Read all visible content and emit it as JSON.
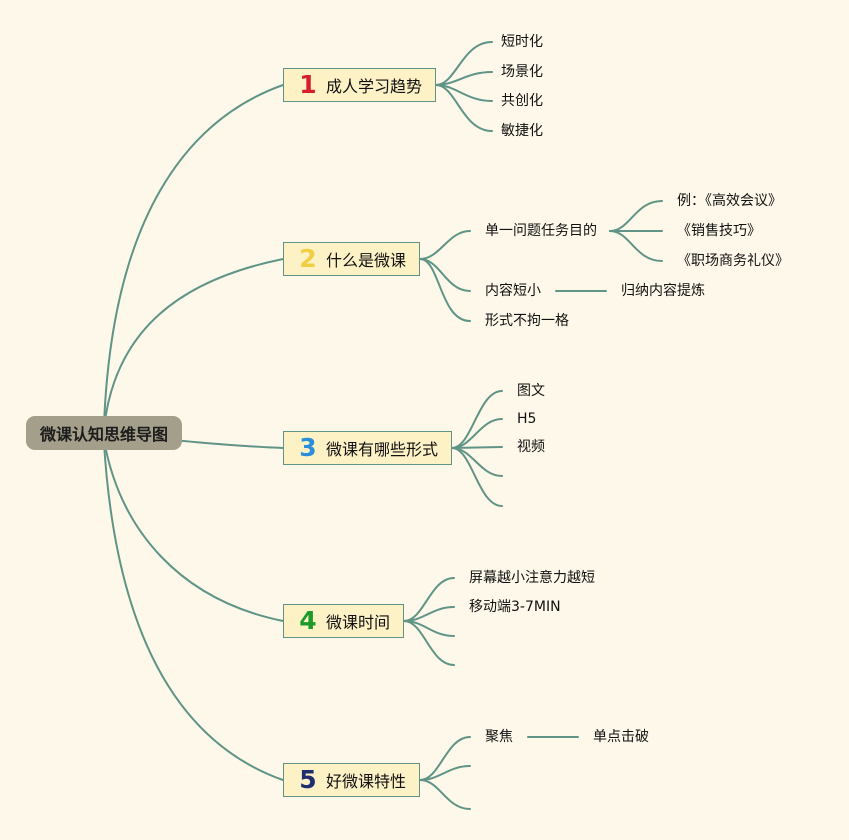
{
  "root": {
    "label": "微课认知思维导图"
  },
  "branches": [
    {
      "number": "1",
      "number_color": "#d61f2c",
      "label": "成人学习趋势",
      "children": [
        "短时化",
        "场景化",
        "共创化",
        "敏捷化"
      ]
    },
    {
      "number": "2",
      "number_color": "#f1cf45",
      "label": "什么是微课",
      "children": [
        "单一问题任务目的",
        "内容短小",
        "形式不拘一格"
      ],
      "sub": {
        "examples": [
          "例：《高效会议》",
          "《销售技巧》",
          "《职场商务礼仪》"
        ],
        "summary": "归纳内容提炼"
      }
    },
    {
      "number": "3",
      "number_color": "#2a8fd8",
      "label": "微课有哪些形式",
      "children": [
        "图文",
        "H5",
        "视频"
      ]
    },
    {
      "number": "4",
      "number_color": "#1c9a2a",
      "label": "微课时间",
      "children": [
        "屏幕越小注意力越短",
        "移动端3-7MIN"
      ]
    },
    {
      "number": "5",
      "number_color": "#1f2e6e",
      "label": "好微课特性",
      "children": [
        "聚焦"
      ],
      "sub": {
        "focus_detail": "单点击破"
      }
    }
  ],
  "colors": {
    "background": "#fdf8e9",
    "line": "#5f9487",
    "root_fill": "#a39f8b",
    "branch_fill": "#fdf1c6"
  }
}
